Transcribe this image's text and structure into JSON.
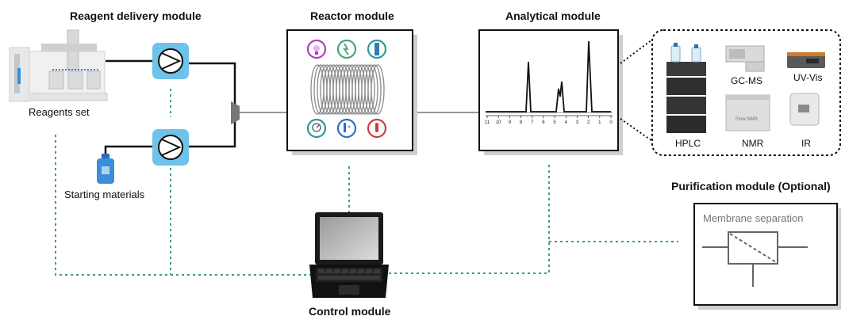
{
  "modules": {
    "reagent_delivery": {
      "title": "Reagent delivery module",
      "reagents_label": "Reagents set",
      "starting_label": "Starting materials"
    },
    "reactor": {
      "title": "Reactor module"
    },
    "analytical": {
      "title": "Analytical module"
    },
    "control": {
      "title": "Control module"
    },
    "purification": {
      "title": "Purification module (Optional)",
      "inner_label": "Membrane separation"
    }
  },
  "instruments": {
    "hplc": "HPLC",
    "gcms": "GC-MS",
    "uvvis": "UV-Vis",
    "nmr": "NMR",
    "nmr_device_text": "Flow NMR",
    "ir": "IR"
  },
  "spectrum_axis_ticks": [
    "11",
    "10",
    "9",
    "8",
    "7",
    "6",
    "5",
    "4",
    "3",
    "2",
    "1",
    "0"
  ],
  "colors": {
    "pump_fill": "#6ec3ea",
    "control_line": "#3aa07a",
    "reactor_icon_purple": "#b03fc0",
    "reactor_icon_green": "#4aa37a",
    "reactor_icon_teal": "#2a9a9a",
    "reactor_icon_blue": "#2a6fd0",
    "reactor_icon_red": "#d23a3a"
  }
}
